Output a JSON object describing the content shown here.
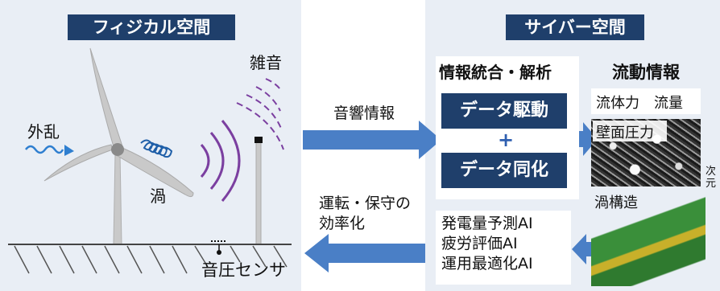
{
  "physical": {
    "title": "フィジカル空間",
    "disturbance_label": "外乱",
    "vortex_label": "渦",
    "noise_label": "雑音",
    "sensor_label": "音圧センサ"
  },
  "cyber": {
    "title": "サイバー空間",
    "integration": {
      "title": "情報統合・解析",
      "data_driven": "データ駆動",
      "plus": "+",
      "data_assim": "データ同化"
    },
    "flow": {
      "title": "流動情報",
      "fluid_force": "流体力",
      "flow_rate": "流量",
      "wall_pressure": "壁面圧力",
      "vortex_structure": "渦構造",
      "dimension_fragment": "次\n元"
    },
    "ai_items": [
      "発電量予測AI",
      "疲労評価AI",
      "運用最適化AI"
    ]
  },
  "arrows": {
    "acoustic_info": "音響情報",
    "efficiency_line1": "運転・保守の",
    "efficiency_line2": "効率化"
  },
  "colors": {
    "panel_bg": "#e9eef5",
    "title_bg": "#1f3f6b",
    "arrow": "#4a7fc6",
    "sound_arc": "#7b3fa0",
    "wind_arrow": "#2f7fd0"
  }
}
